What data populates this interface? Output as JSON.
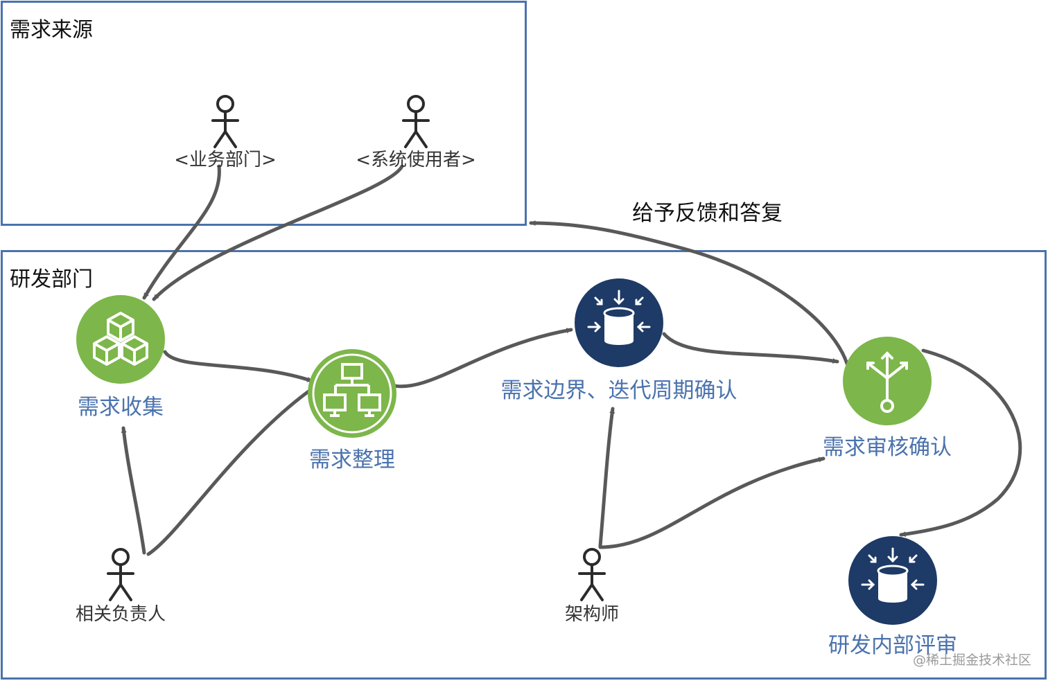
{
  "groups": {
    "source": {
      "title": "需求来源"
    },
    "rd": {
      "title": "研发部门"
    }
  },
  "actors": {
    "business": {
      "label": "<业务部门>"
    },
    "system_user": {
      "label": "<系统使用者>"
    },
    "owner": {
      "label": "相关负责人"
    },
    "architect": {
      "label": "架构师"
    }
  },
  "nodes": {
    "collect": {
      "label": "需求收集",
      "icon": "cubes-icon",
      "color": "#7db64a"
    },
    "organize": {
      "label": "需求整理",
      "icon": "network-icon",
      "color": "#7db64a"
    },
    "boundary": {
      "label": "需求边界、迭代周期确认",
      "icon": "database-icon",
      "color": "#1e3a66"
    },
    "audit": {
      "label": "需求审核确认",
      "icon": "split-icon",
      "color": "#7db64a"
    },
    "review": {
      "label": "研发内部评审",
      "icon": "database-icon",
      "color": "#1e3a66"
    }
  },
  "feedback": {
    "label": "给予反馈和答复"
  },
  "watermark": {
    "text": "@稀土掘金技术社区"
  },
  "colors": {
    "frame": "#4a72ad",
    "arrow": "#595959",
    "label": "#4a72ad"
  }
}
